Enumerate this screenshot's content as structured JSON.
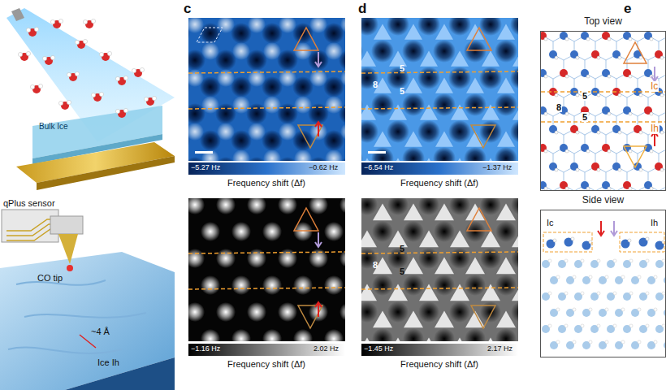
{
  "diagram": {
    "nodes": [
      {
        "text": [
          "Top view"
        ]
      },
      {
        "text": [
          "Side view"
        ]
      }
    ],
    "labels": [
      "c",
      "d",
      "e",
      "qPlus sensor",
      "CO tip",
      "~4 Å",
      "Ice Ih",
      "Bulk Ice",
      "−5.27 Hz",
      "−0.62 Hz",
      "Frequency shift (Δf)",
      "−1.16 Hz",
      "2.02 Hz",
      "Frequency shift (Δf)",
      "8",
      "5",
      "5",
      "−6.54 Hz",
      "−1.37 Hz",
      "Frequency shift (Δf)",
      "8",
      "5",
      "5",
      "−1.45 Hz",
      "2.17 Hz",
      "Frequency shift (Δf)",
      "Ic",
      "Ih",
      "8",
      "5",
      "5",
      "Ic",
      "Ih"
    ]
  }
}
